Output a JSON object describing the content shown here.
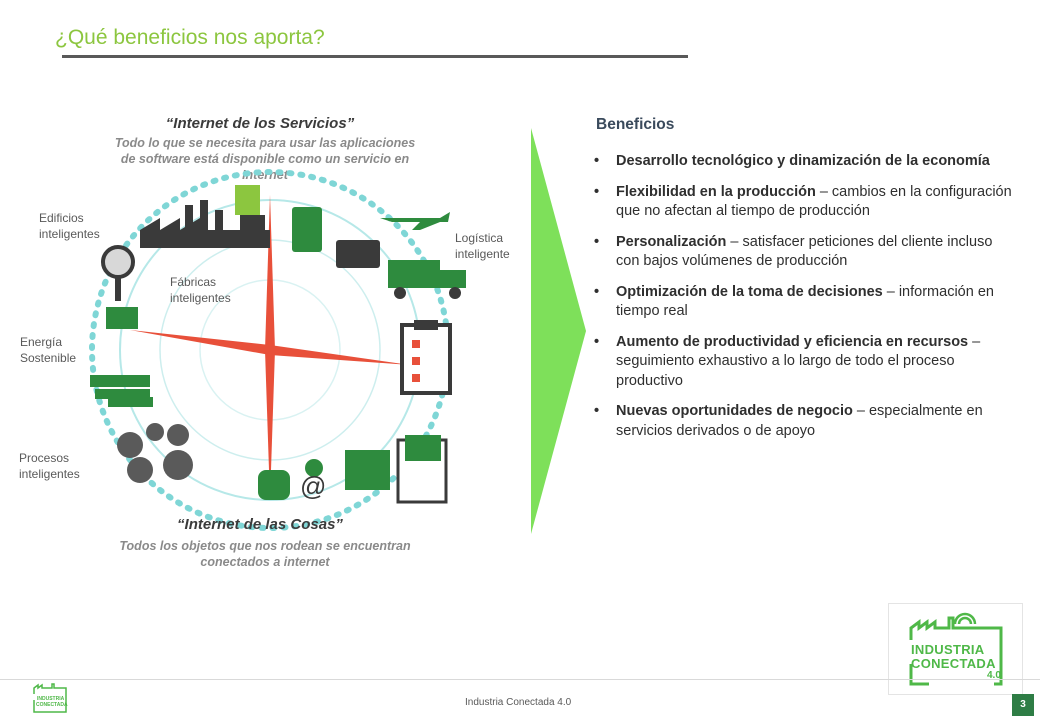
{
  "slide": {
    "title": "¿Qué beneficios nos aporta?",
    "footer": "Industria Conectada 4.0",
    "page_number": "3"
  },
  "diagram": {
    "top_heading": "“Internet de los Servicios”",
    "top_sub_1": "Todo lo que se necesita para usar las aplicaciones",
    "top_sub_2": "de software está disponible como un servicio en",
    "top_sub_3": "Internet",
    "bottom_heading": "“Internet de las Cosas”",
    "bottom_sub_1": "Todos los objetos que nos rodean se encuentran",
    "bottom_sub_2": "conectados a internet",
    "labels": {
      "edificios_1": "Edificios",
      "edificios_2": "inteligentes",
      "fabricas_1": "Fábricas",
      "fabricas_2": "inteligentes",
      "logistica_1": "Logística",
      "logistica_2": "inteligente",
      "energia_1": "Energía",
      "energia_2": "Sostenible",
      "procesos_1": "Procesos",
      "procesos_2": "inteligentes"
    },
    "colors": {
      "accent": "#8cc63f",
      "icon_green": "#2e8b3e",
      "icon_dark": "#3a3a3a",
      "needle": "#e8503a",
      "ring": "#5fd0d0"
    }
  },
  "benefits": {
    "title": "Beneficios",
    "items": [
      {
        "bold": "Desarrollo tecnológico y dinamización de la economía",
        "rest": ""
      },
      {
        "bold": "Flexibilidad en la producción",
        "rest": " – cambios en la configuración que no afectan al tiempo de producción"
      },
      {
        "bold": "Personalización",
        "rest": " – satisfacer peticiones del cliente incluso con bajos volúmenes de producción"
      },
      {
        "bold": "Optimización de la toma de decisiones",
        "rest": " – información en tiempo real"
      },
      {
        "bold": "Aumento de productividad y eficiencia en recursos",
        "rest": " – seguimiento exhaustivo a lo largo de todo el proceso productivo"
      },
      {
        "bold": "Nuevas oportunidades de negocio",
        "rest": " – especialmente en servicios derivados o de apoyo"
      }
    ],
    "bullet": "•"
  },
  "logo": {
    "line1": "INDUSTRIA",
    "line2": "CONECTADA",
    "line3": "4.0"
  }
}
